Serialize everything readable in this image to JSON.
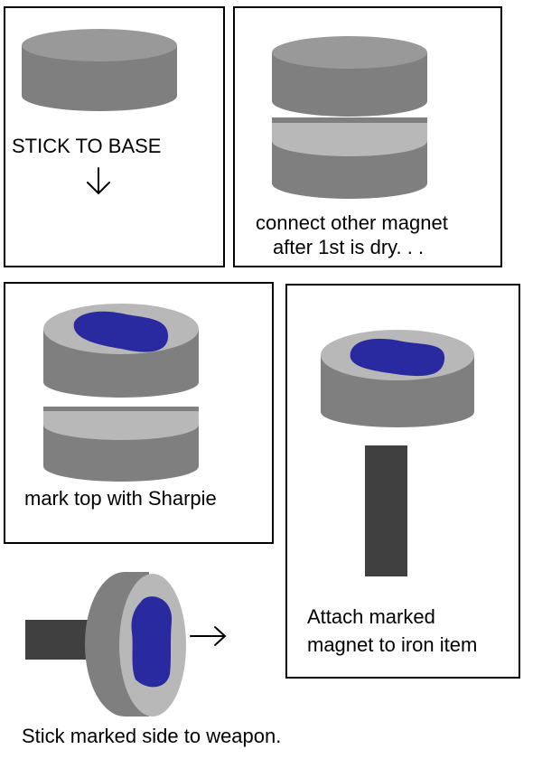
{
  "panels": [
    {
      "caption": "STICK TO BASE"
    },
    {
      "caption_line1": "connect other magnet",
      "caption_line2": "after 1st is dry. . ."
    },
    {
      "caption": "mark top with Sharpie"
    },
    {
      "caption_line1": "Attach marked",
      "caption_line2": "magnet to iron item"
    }
  ],
  "footer_caption": "Stick marked side to weapon.",
  "colors": {
    "magnet_side": "#7f7f7f",
    "magnet_top": "#999999",
    "magnet_light": "#b8b8b8",
    "sharpie_mark": "#2a2aa0",
    "iron_bar": "#404040"
  }
}
